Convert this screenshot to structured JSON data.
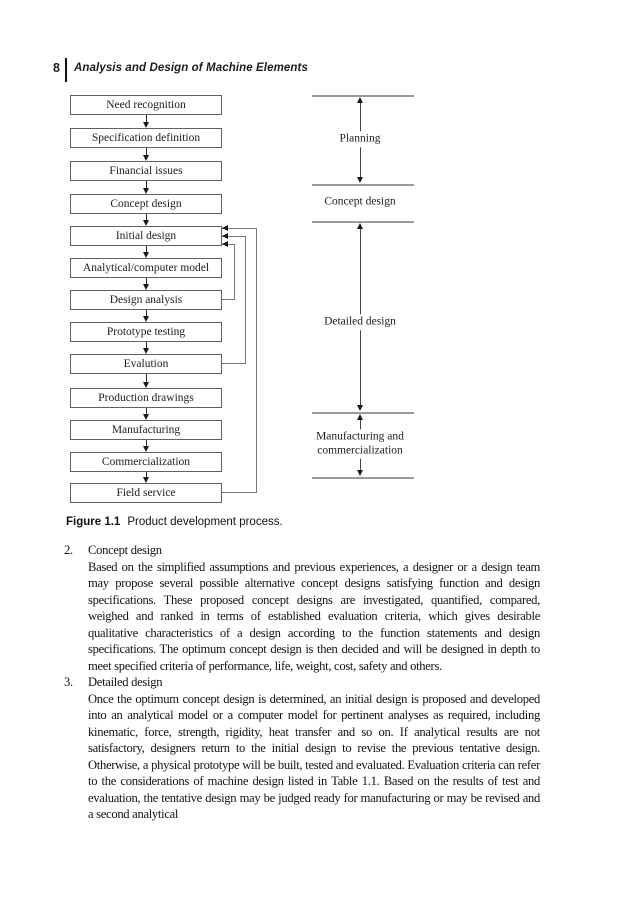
{
  "page": {
    "number": "8",
    "running_title": "Analysis and Design of Machine Elements"
  },
  "figure": {
    "caption_label": "Figure 1.1",
    "caption_text": "Product development process.",
    "flowchart": {
      "boxes": [
        "Need recognition",
        "Specification definition",
        "Financial issues",
        "Concept design",
        "Initial design",
        "Analytical/computer model",
        "Design analysis",
        "Prototype testing",
        "Evalution",
        "Production drawings",
        "Manufacturing",
        "Commercialization",
        "Field service"
      ],
      "feedback_loops": [
        {
          "from": "Design analysis",
          "to": "Initial design"
        },
        {
          "from": "Evalution",
          "to": "Initial design"
        },
        {
          "from": "Field service",
          "to": "Initial design"
        }
      ],
      "phases": [
        "Planning",
        "Concept design",
        "Detailed design",
        "Manufacturing and\ncommercialization"
      ]
    }
  },
  "body": {
    "items": [
      {
        "number": "2.",
        "heading": "Concept design",
        "text": "Based on the simplified assumptions and previous experiences, a designer or a design team may propose several possible alternative concept designs satisfying function and design specifications. These proposed concept designs are investigated, quantified, compared, weighed and ranked in terms of established evaluation criteria, which gives desirable qualitative characteristics of a design according to the function statements and design specifications. The optimum concept design is then decided and will be designed in depth to meet specified criteria of performance, life, weight, cost, safety and others."
      },
      {
        "number": "3.",
        "heading": "Detailed design",
        "text": "Once the optimum concept design is determined, an initial design is proposed and developed into an analytical model or a computer model for pertinent analyses as required, including kinematic, force, strength, rigidity, heat transfer and so on. If analytical results are not satisfactory, designers return to the initial design to revise the previous tentative design. Otherwise, a physical prototype will be built, tested and evaluated. Evaluation criteria can refer to the considerations of machine design listed in Table 1.1. Based on the results of test and evaluation, the tentative design may be judged ready for manufacturing or may be revised and a second analytical"
      }
    ]
  },
  "colors": {
    "text": "#1c1c1c",
    "box_border": "#606060",
    "phase_line": "#9a9a9a",
    "arrow": "#1a1a1a"
  }
}
